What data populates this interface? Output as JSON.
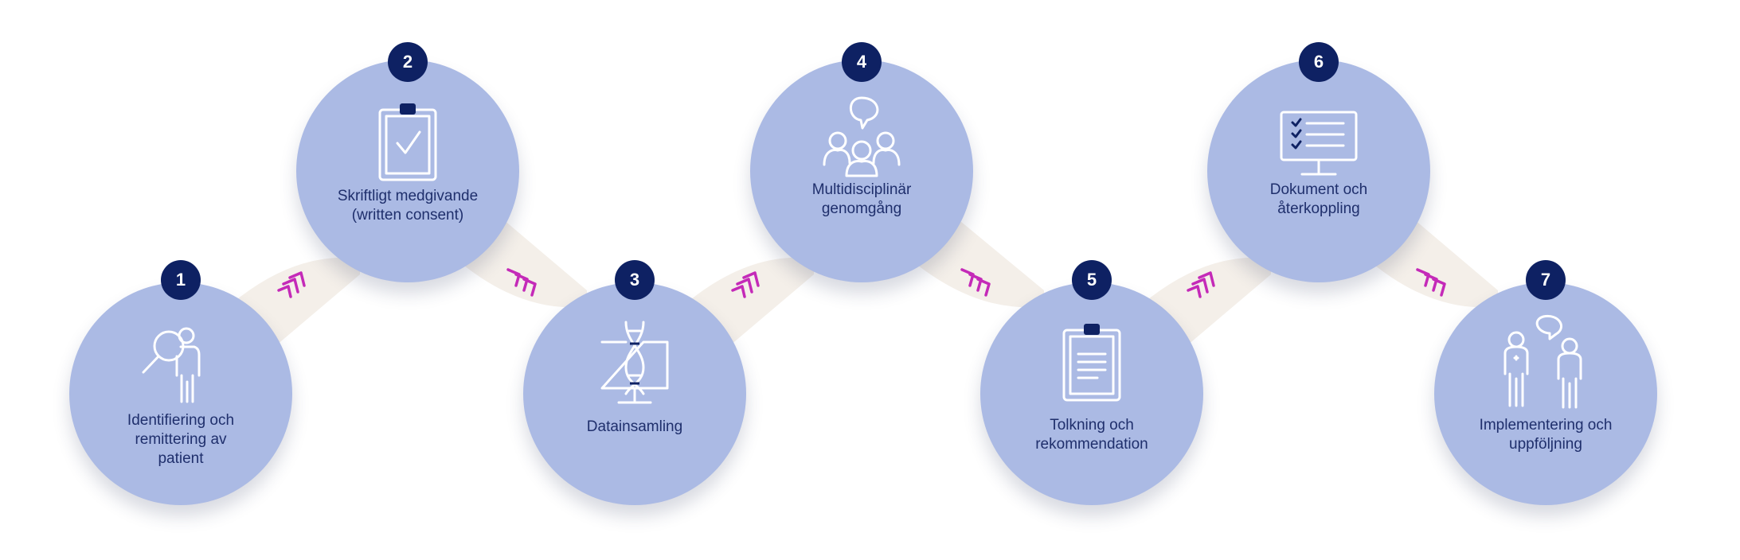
{
  "steps": [
    {
      "number": "1",
      "label": "Identifiering och\nremittering av\npatient",
      "icon": "patient-search-icon"
    },
    {
      "number": "2",
      "label": "Skriftligt medgivande\n(written consent)",
      "icon": "clipboard-check-icon"
    },
    {
      "number": "3",
      "label": "Datainsamling",
      "icon": "dna-monitor-icon"
    },
    {
      "number": "4",
      "label": "Multidisciplinär\ngenomgång",
      "icon": "team-discussion-icon"
    },
    {
      "number": "5",
      "label": "Tolkning och\nrekommendation",
      "icon": "clipboard-report-icon"
    },
    {
      "number": "6",
      "label": "Dokument och\nåterkoppling",
      "icon": "monitor-checklist-icon"
    },
    {
      "number": "7",
      "label": "Implementering och\nuppföljning",
      "icon": "doctor-patient-icon"
    }
  ],
  "colors": {
    "circle": "#abbae4",
    "badge": "#0e2163",
    "text": "#1f2f6c",
    "icon_stroke": "#ffffff",
    "connector": "#f4efe9",
    "chevron": "#c42ab8"
  }
}
